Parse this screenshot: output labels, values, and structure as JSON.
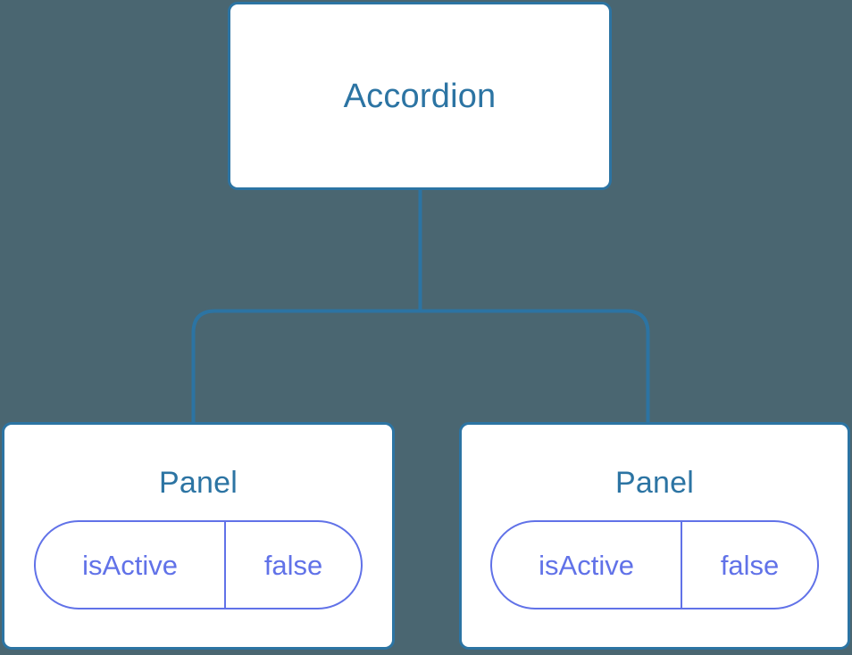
{
  "diagram": {
    "type": "component-tree",
    "background_color": "#4a6671",
    "node_border_color": "#2c74a3",
    "node_fill_color": "#ffffff",
    "title_color": "#2c74a3",
    "connector_color": "#2c74a3",
    "prop_color": "#6172e8",
    "root": {
      "label": "Accordion"
    },
    "children": [
      {
        "label": "Panel",
        "props": [
          {
            "key": "isActive",
            "value": "false"
          }
        ]
      },
      {
        "label": "Panel",
        "props": [
          {
            "key": "isActive",
            "value": "false"
          }
        ]
      }
    ]
  }
}
